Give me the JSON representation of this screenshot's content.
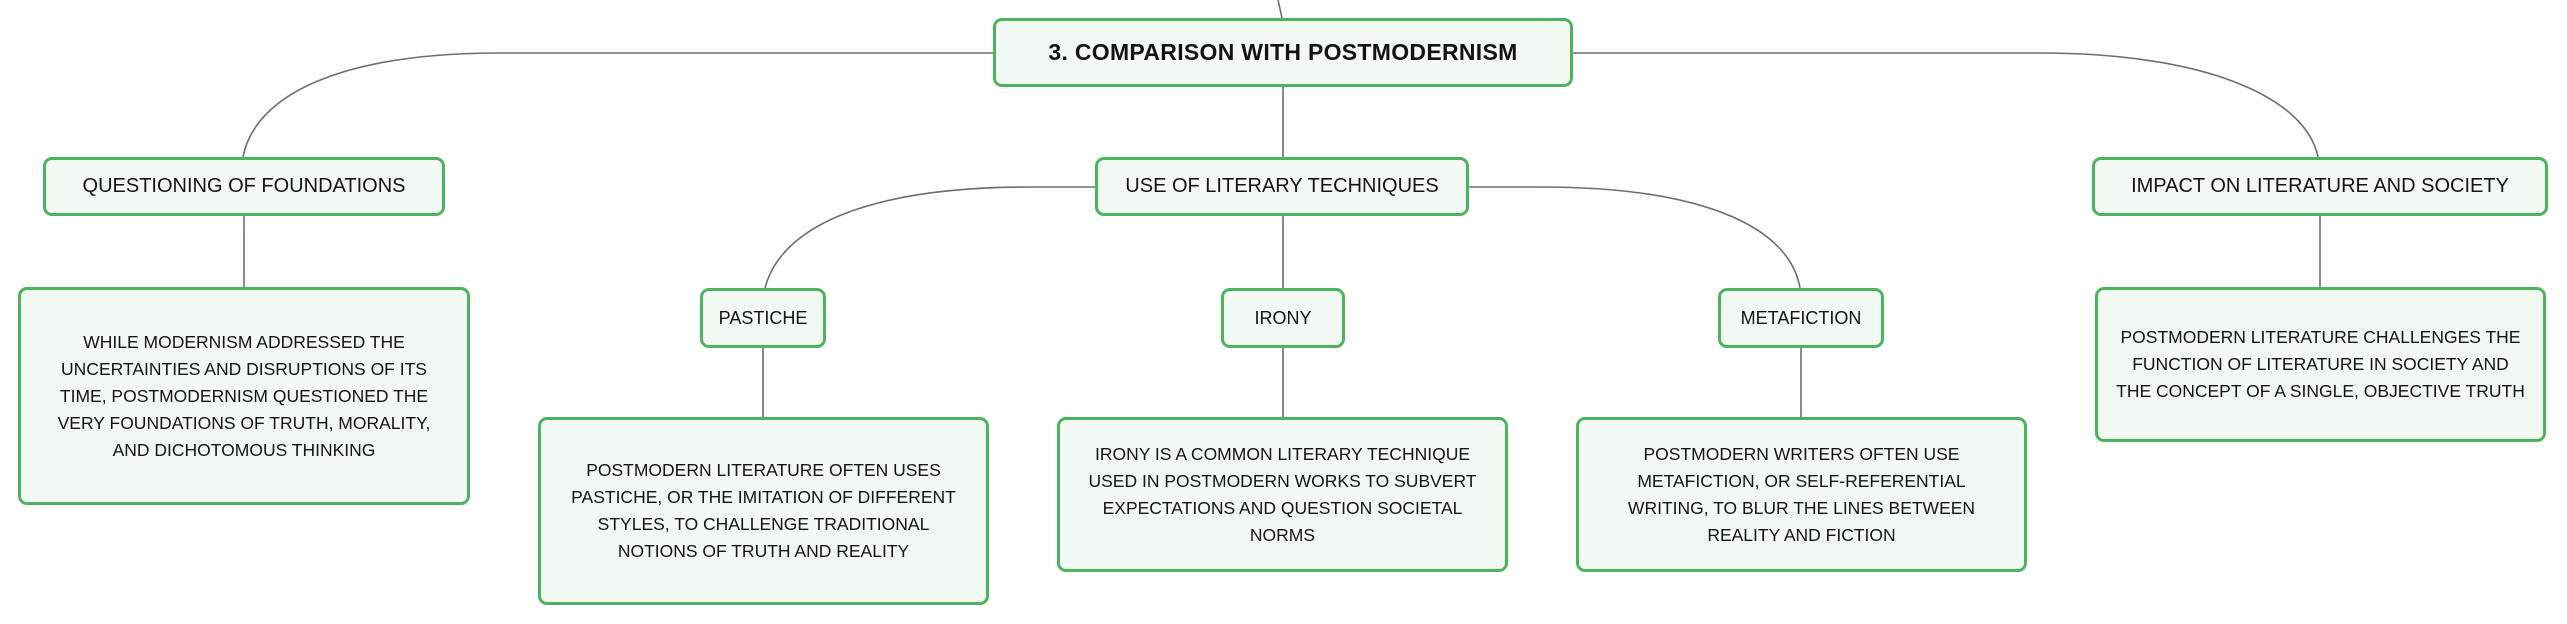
{
  "colors": {
    "node_border": "#4cb45e",
    "node_fill": "#f2f9f3",
    "connector": "#6e6e6e",
    "text": "#141414"
  },
  "map": {
    "root": "3. COMPARISON WITH POSTMODERNISM",
    "branches": [
      {
        "label": "QUESTIONING OF FOUNDATIONS",
        "detail": "WHILE MODERNISM ADDRESSED THE UNCERTAINTIES AND DISRUPTIONS OF ITS TIME, POSTMODERNISM QUESTIONED THE VERY FOUNDATIONS OF TRUTH, MORALITY, AND DICHOTOMOUS THINKING"
      },
      {
        "label": "USE OF LITERARY TECHNIQUES",
        "children": [
          {
            "label": "PASTICHE",
            "detail": "POSTMODERN LITERATURE OFTEN USES PASTICHE, OR THE IMITATION OF DIFFERENT STYLES, TO CHALLENGE TRADITIONAL NOTIONS OF TRUTH AND REALITY"
          },
          {
            "label": "IRONY",
            "detail": "IRONY IS A COMMON LITERARY TECHNIQUE USED IN POSTMODERN WORKS TO SUBVERT EXPECTATIONS AND QUESTION SOCIETAL NORMS"
          },
          {
            "label": "METAFICTION",
            "detail": "POSTMODERN WRITERS OFTEN USE METAFICTION, OR SELF-REFERENTIAL WRITING, TO BLUR THE LINES BETWEEN REALITY AND FICTION"
          }
        ]
      },
      {
        "label": "IMPACT ON LITERATURE AND SOCIETY",
        "detail": "POSTMODERN LITERATURE CHALLENGES THE FUNCTION OF LITERATURE IN SOCIETY AND THE CONCEPT OF A SINGLE, OBJECTIVE TRUTH"
      }
    ]
  }
}
